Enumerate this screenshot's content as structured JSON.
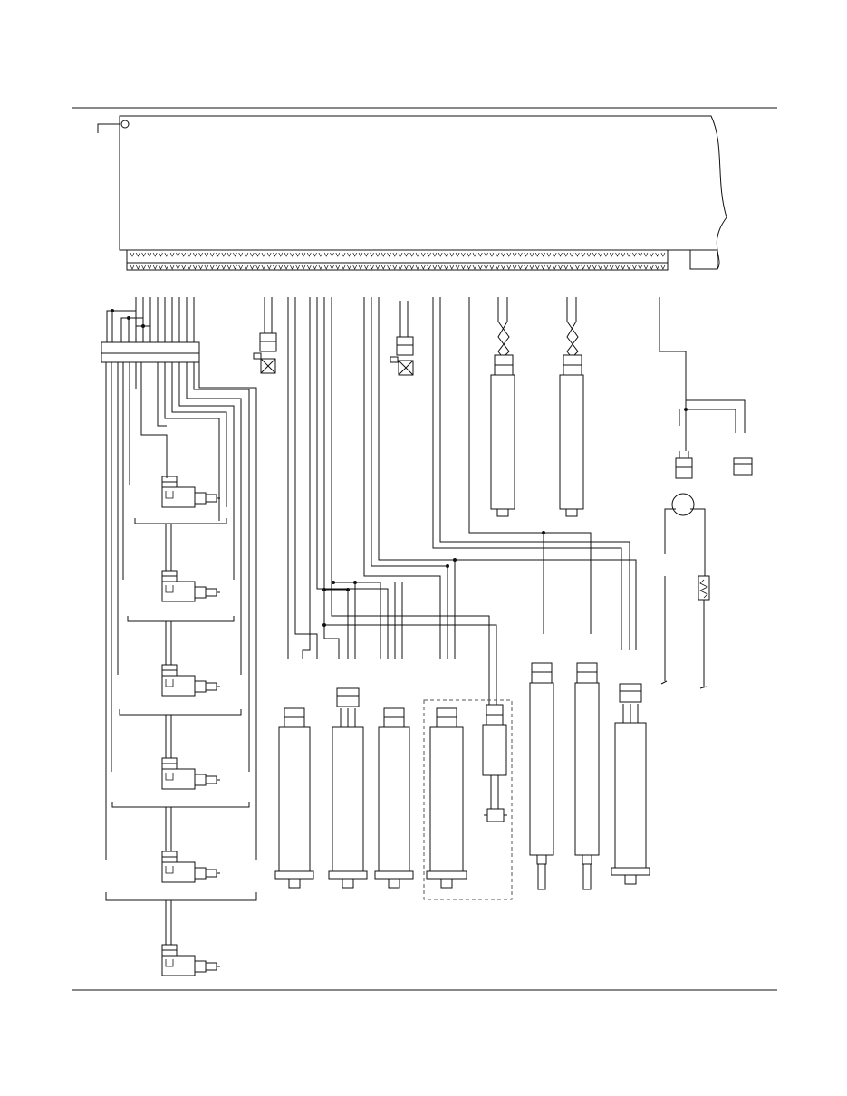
{
  "diagram": {
    "kind": "wiring-schematic",
    "line_color": "#111111",
    "background_color": "#ffffff",
    "dashed_box_color": "#555555",
    "components": {
      "main_connector": {
        "icon": "ecu-connector-icon"
      },
      "injectors": {
        "count": 6,
        "icon": "fuel-injector-icon"
      },
      "small_valves": {
        "count": 2,
        "icon": "solenoid-valve-icon"
      },
      "upper_cylinders": {
        "count": 2,
        "icon": "cylinder-actuator-icon"
      },
      "lower_cylinders": {
        "count": 7,
        "icon": "cylinder-actuator-icon"
      },
      "lamp": {
        "icon": "indicator-lamp-icon"
      },
      "resistor": {
        "icon": "resistor-icon"
      }
    }
  }
}
